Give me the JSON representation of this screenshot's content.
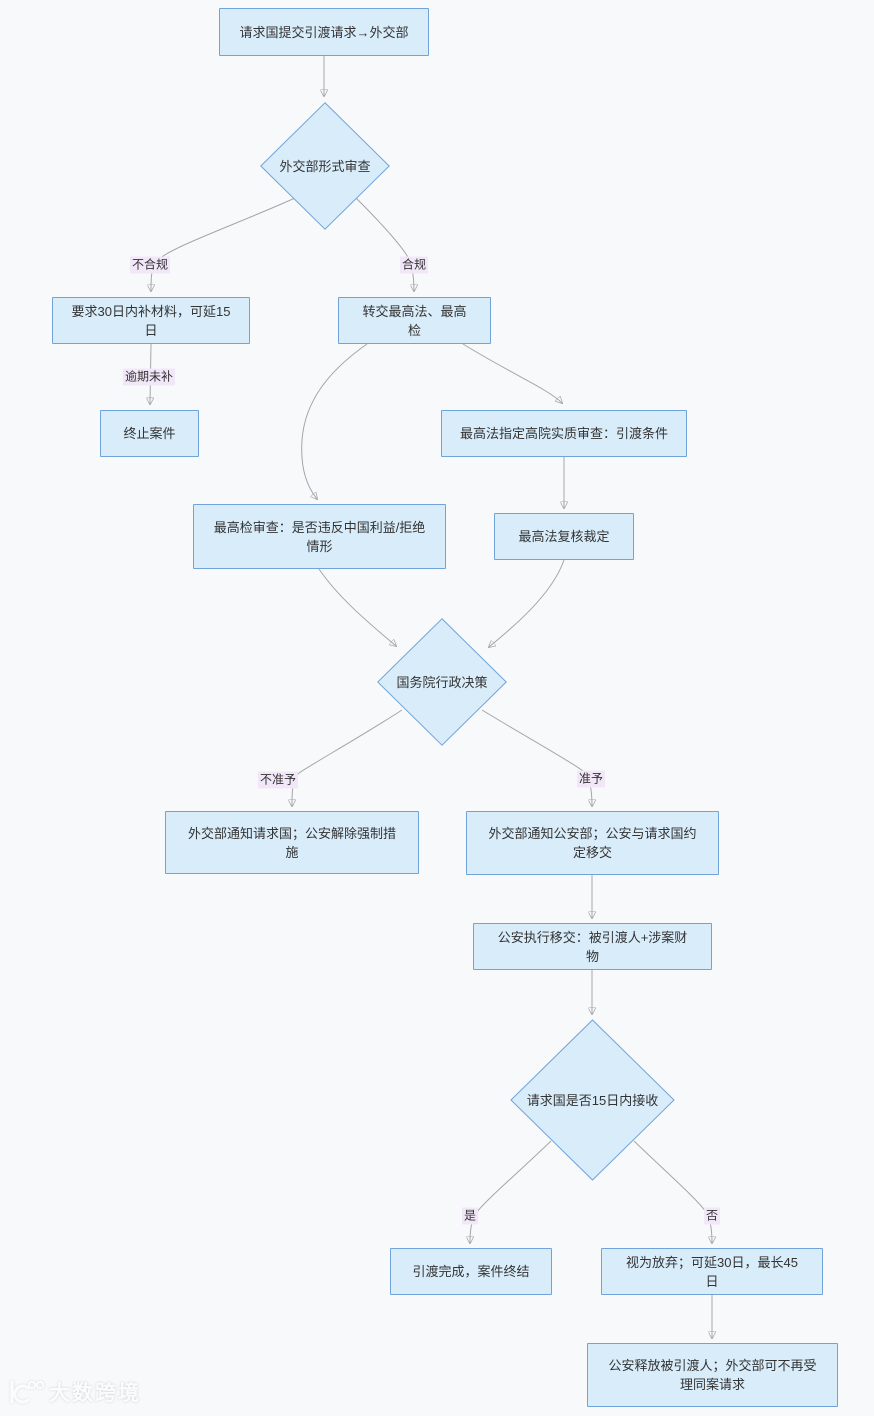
{
  "colors": {
    "background": "#f8f9fb",
    "node_fill": "#d8ecfa",
    "node_border": "#70a3d9",
    "edge_line": "#a3a6a9",
    "edge_label_bg": "#f2e7f8",
    "text": "#333333"
  },
  "flowchart": {
    "nodes": [
      {
        "id": "n0",
        "shape": "rect",
        "label": "请求国提交引渡请求→外交部"
      },
      {
        "id": "n1",
        "shape": "diamond",
        "label": "外交部形式审查"
      },
      {
        "id": "n2",
        "shape": "rect",
        "label": "要求30日内补材料，可延15日"
      },
      {
        "id": "n3",
        "shape": "rect",
        "label": "终止案件"
      },
      {
        "id": "n4",
        "shape": "rect",
        "label": "转交最高法、最高检"
      },
      {
        "id": "n5",
        "shape": "rect",
        "label": "最高法指定高院实质审查：引渡条件"
      },
      {
        "id": "n6",
        "shape": "rect",
        "label": "最高检审查：是否违反中国利益/拒绝情形"
      },
      {
        "id": "n7",
        "shape": "rect",
        "label": "最高法复核裁定"
      },
      {
        "id": "n8",
        "shape": "diamond",
        "label": "国务院行政决策"
      },
      {
        "id": "n9",
        "shape": "rect",
        "label": "外交部通知请求国；公安解除强制措施"
      },
      {
        "id": "n10",
        "shape": "rect",
        "label": "外交部通知公安部；公安与请求国约定移交"
      },
      {
        "id": "n11",
        "shape": "rect",
        "label": "公安执行移交：被引渡人+涉案财物"
      },
      {
        "id": "n12",
        "shape": "diamond",
        "label": "请求国是否15日内接收"
      },
      {
        "id": "n13",
        "shape": "rect",
        "label": "引渡完成，案件终结"
      },
      {
        "id": "n14",
        "shape": "rect",
        "label": "视为放弃；可延30日，最长45日"
      },
      {
        "id": "n15",
        "shape": "rect",
        "label": "公安释放被引渡人；外交部可不再受理同案请求"
      }
    ],
    "edge_labels": [
      "不合规",
      "合规",
      "逾期未补",
      "不准予",
      "准予",
      "是",
      "否"
    ],
    "edges": [
      {
        "from": "n0",
        "to": "n1",
        "label": ""
      },
      {
        "from": "n1",
        "to": "n2",
        "label": "不合规"
      },
      {
        "from": "n2",
        "to": "n3",
        "label": "逾期未补"
      },
      {
        "from": "n1",
        "to": "n4",
        "label": "合规"
      },
      {
        "from": "n4",
        "to": "n6",
        "label": ""
      },
      {
        "from": "n4",
        "to": "n5",
        "label": ""
      },
      {
        "from": "n5",
        "to": "n7",
        "label": ""
      },
      {
        "from": "n6",
        "to": "n8",
        "label": ""
      },
      {
        "from": "n7",
        "to": "n8",
        "label": ""
      },
      {
        "from": "n8",
        "to": "n9",
        "label": "不准予"
      },
      {
        "from": "n8",
        "to": "n10",
        "label": "准予"
      },
      {
        "from": "n10",
        "to": "n11",
        "label": ""
      },
      {
        "from": "n11",
        "to": "n12",
        "label": ""
      },
      {
        "from": "n12",
        "to": "n13",
        "label": "是"
      },
      {
        "from": "n12",
        "to": "n14",
        "label": "否"
      },
      {
        "from": "n14",
        "to": "n15",
        "label": ""
      }
    ]
  },
  "watermark": {
    "text": "大数跨境"
  }
}
